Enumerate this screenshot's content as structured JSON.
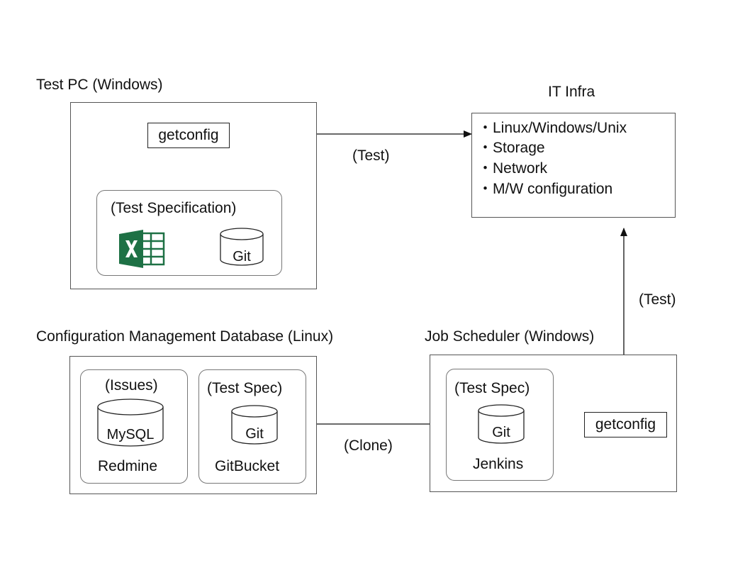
{
  "test_pc": {
    "title": "Test PC (Windows)",
    "getconfig_label": "getconfig",
    "spec_title": "(Test Specification)",
    "git_label": "Git",
    "excel_icon": "excel-icon"
  },
  "it_infra": {
    "title": "IT Infra",
    "items": [
      "・Linux/Windows/Unix",
      "・Storage",
      "・Network",
      "・M/W configuration"
    ]
  },
  "cmdb": {
    "title": "Configuration Management Database (Linux)",
    "issues_label": "(Issues)",
    "mysql_label": "MySQL",
    "redmine_label": "Redmine",
    "spec_label": "(Test Spec)",
    "git_label": "Git",
    "gitbucket_label": "GitBucket"
  },
  "job_scheduler": {
    "title": "Job Scheduler (Windows)",
    "spec_label": "(Test Spec)",
    "git_label": "Git",
    "jenkins_label": "Jenkins",
    "getconfig_label": "getconfig"
  },
  "edges": {
    "test_top": "(Test)",
    "test_right": "(Test)",
    "clone": "(Clone)"
  },
  "colors": {
    "excel_green": "#1e7145",
    "border": "#555555"
  }
}
